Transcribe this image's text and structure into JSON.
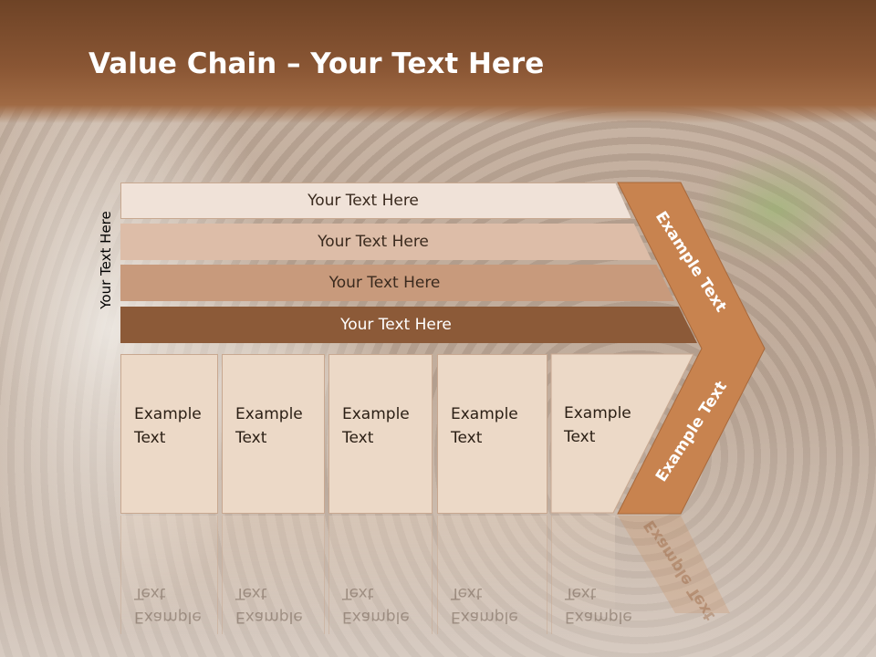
{
  "title": {
    "bold": "Value Chain",
    "rest": " – Your Text Here"
  },
  "side_label": "Your Text Here",
  "bars": [
    "Your Text Here",
    "Your Text Here",
    "Your Text Here",
    "Your Text Here"
  ],
  "cards": [
    "Example\nText",
    "Example\nText",
    "Example\nText",
    "Example\nText",
    "Example\nText"
  ],
  "chevron": {
    "top_label": "Example Text",
    "bottom_label": "Example Text"
  },
  "colors": {
    "header": "#8a5634",
    "bar_1": "#f0e2d8",
    "bar_2": "#ddbda8",
    "bar_3": "#c89a7c",
    "bar_4": "#8c5a38",
    "card": "#ecd9c7",
    "chevron": "#c8834f"
  }
}
